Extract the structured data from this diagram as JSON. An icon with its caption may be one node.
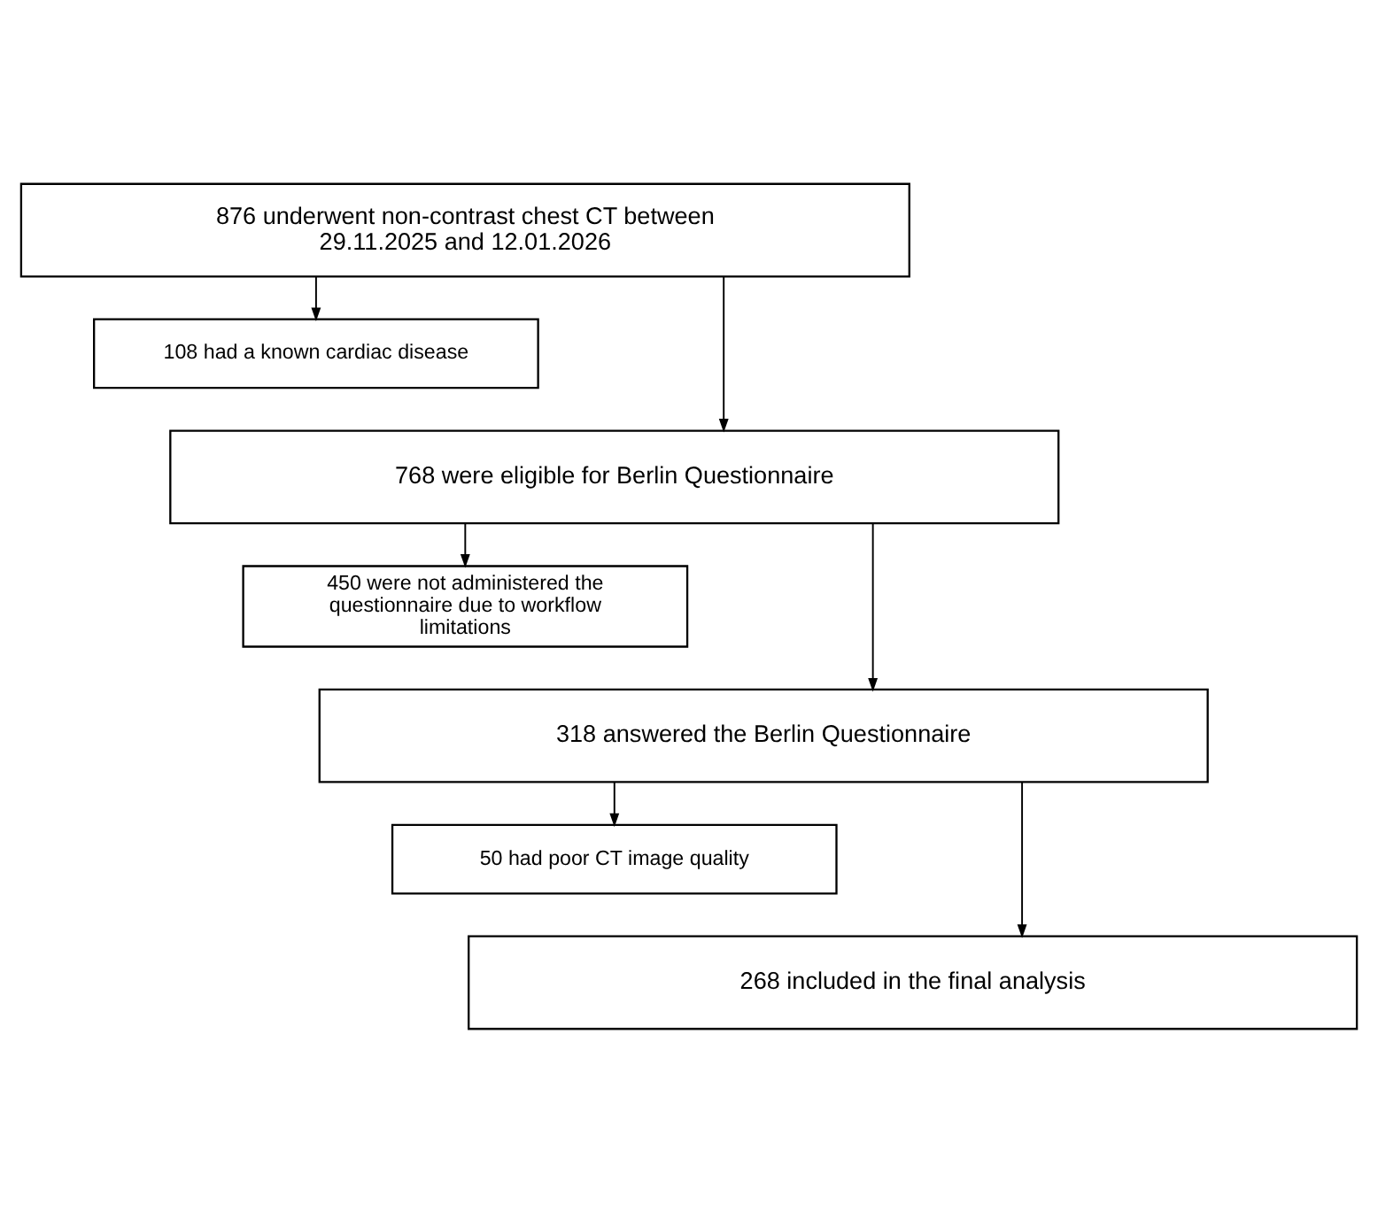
{
  "diagram": {
    "nodes": [
      {
        "text": [
          "876 underwent non-contrast chest CT between 29.11.2025 and 12.01.2026"
        ]
      },
      {
        "text": [
          "108 had a known cardiac disease"
        ]
      },
      {
        "text": [
          "768 were eligible for Berlin Questionnaire"
        ]
      },
      {
        "text": [
          "450 were not administered the questionnaire due to workflow limitations"
        ]
      },
      {
        "text": [
          "318 answered the Berlin Questionnaire"
        ]
      },
      {
        "text": [
          "50 had poor CT image quality"
        ]
      },
      {
        "text": [
          "268 included in the final analysis"
        ]
      }
    ],
    "edges": [
      {
        "from": 0,
        "to": 2,
        "arrow": "to"
      },
      {
        "from": 0,
        "to": 1,
        "arrow": "to"
      },
      {
        "from": 2,
        "to": 4,
        "arrow": "to"
      },
      {
        "from": 2,
        "to": 3,
        "arrow": "to"
      },
      {
        "from": 4,
        "to": 6,
        "arrow": "to"
      },
      {
        "from": 4,
        "to": 5,
        "arrow": "to"
      }
    ]
  }
}
